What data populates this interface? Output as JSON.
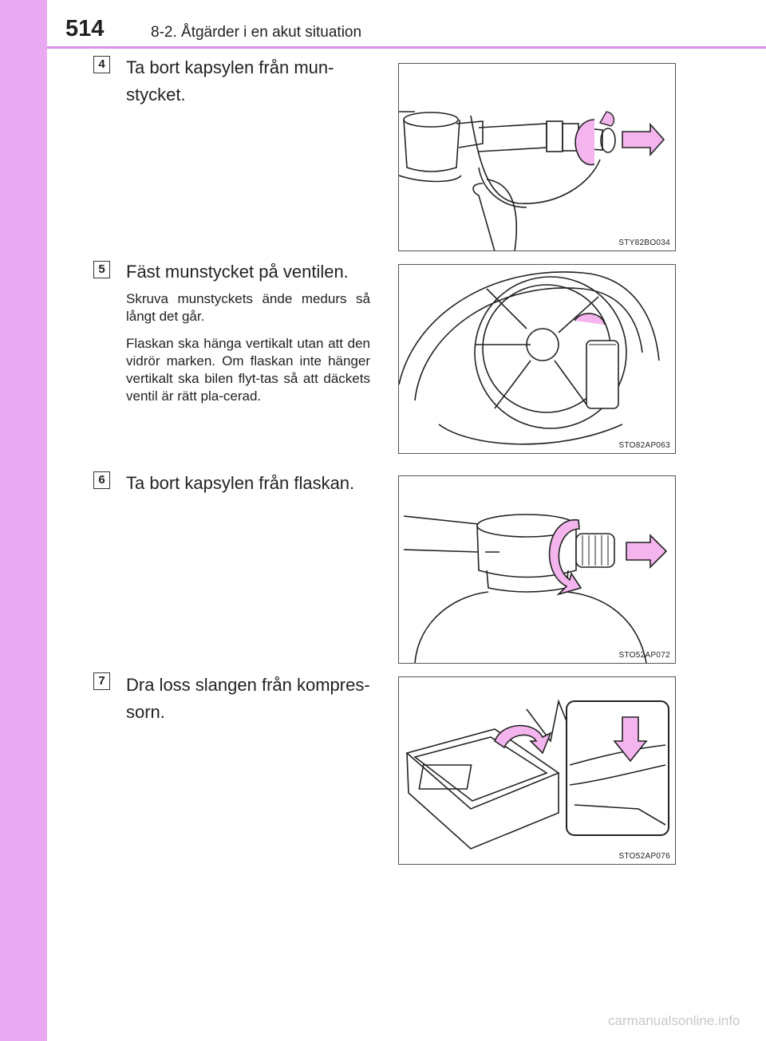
{
  "header": {
    "page_number": "514",
    "section_title": "8-2. Åtgärder i en akut situation"
  },
  "steps": [
    {
      "number": "4",
      "title_line1": "Ta bort kapsylen från mun-",
      "title_line2": "stycket.",
      "figure_id": "STY82BO034"
    },
    {
      "number": "5",
      "title": "Fäst munstycket på ventilen.",
      "para1": "Skruva munstyckets ände medurs så långt det går.",
      "para2": "Flaskan ska hänga vertikalt utan att den vidrör marken. Om flaskan inte hänger vertikalt ska bilen flyt-tas så att däckets ventil är rätt pla-cerad.",
      "figure_id": "STO82AP063"
    },
    {
      "number": "6",
      "title": "Ta bort kapsylen från flaskan.",
      "figure_id": "STO52AP072"
    },
    {
      "number": "7",
      "title_line1": "Dra loss slangen från kompres-",
      "title_line2": "sorn.",
      "figure_id": "STO52AP076"
    }
  ],
  "watermark": "carmanualsonline.info",
  "colors": {
    "sidebar": "#eaaaf2",
    "accent_line": "#d98fe6",
    "arrow_pink": "#f0a8f0"
  }
}
